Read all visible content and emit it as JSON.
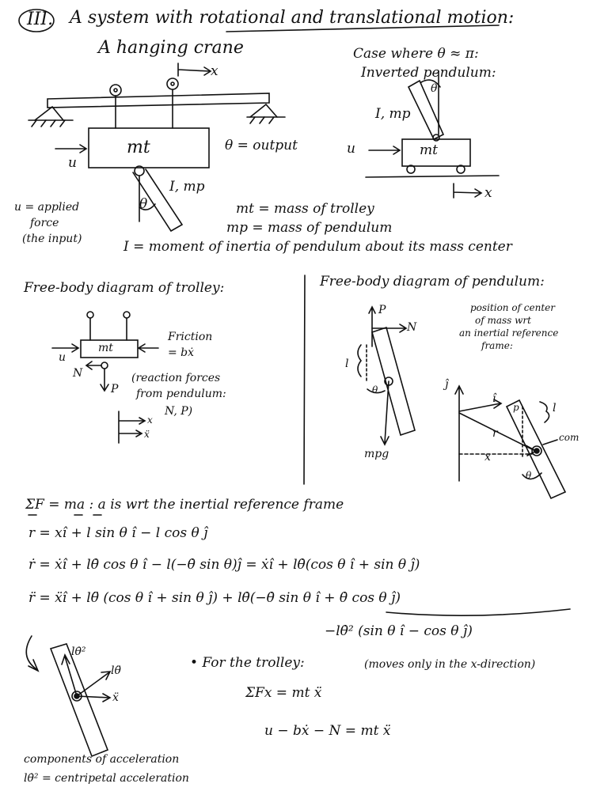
{
  "section": {
    "numeral": "III.",
    "title_pre": "A system with ",
    "title_rot": "rotational and translational",
    "title_post": " motion:",
    "subtitle": "A hanging crane"
  },
  "crane": {
    "x_label": "x",
    "trolley": "mt",
    "u": "u",
    "theta": "θ",
    "pendulum": "I, mp",
    "output": "θ = output",
    "input_1": "u = applied",
    "input_2": "force",
    "input_3": "(the input)"
  },
  "inverted": {
    "line1": "Case where θ ≈ π:",
    "line2": "Inverted pendulum:",
    "pendulum": "I, mp",
    "theta": "θ",
    "trolley": "mt",
    "u": "u",
    "x": "x"
  },
  "definitions": [
    "mt = mass of trolley",
    "mp = mass of pendulum",
    "I = moment of inertia of pendulum about its mass center"
  ],
  "fbd_trolley": {
    "title": "Free-body diagram of trolley:",
    "box": "mt",
    "u": "u",
    "N": "N",
    "P": "P",
    "friction": "Friction",
    "friction_eq": "= bẋ",
    "reaction_1": "(reaction forces",
    "reaction_2": "from pendulum:",
    "reaction_3": "N, P)",
    "x": "x",
    "xdd": "ẍ"
  },
  "fbd_pendulum": {
    "title": "Free-body diagram of pendulum:",
    "P": "P",
    "N": "N",
    "l": "l",
    "theta": "θ",
    "weight": "mpg",
    "pos_1": "position of center",
    "pos_2": "of mass wrt",
    "pos_3": "an inertial reference",
    "pos_4": "frame:",
    "j": "ĵ",
    "i": "î",
    "p": "p",
    "l2": "l",
    "r": "r",
    "x": "x",
    "com": "com",
    "theta2": "θ"
  },
  "equations": [
    "ΣF = ma  :  a  is wrt the inertial reference frame",
    "r = xî + l sin θ î − l cos θ ĵ",
    "ṙ = ẋî + lθ̇ cos θ î − l(−θ̇ sin θ)ĵ  =  ẋî + lθ̇(cos θ î + sin θ ĵ)",
    "r̈ = ẍî + lθ̈ (cos θ î + sin θ ĵ)  +  lθ̇(−θ̇ sin θ î + θ̇ cos θ ĵ)",
    "−lθ̇² (sin θ î − cos θ ĵ)"
  ],
  "accel_sketch": {
    "a1": "lθ̇²",
    "a2": "lθ̈",
    "a3": "ẍ",
    "cap1": "components of acceleration",
    "cap2": "lθ̇² = centripetal acceleration"
  },
  "trolley_eq": {
    "bullet": "• For the trolley:",
    "note": "(moves only in the x-direction)",
    "eq1": "ΣFx = mt ẍ",
    "eq2": "u − bẋ − N = mt ẍ"
  }
}
